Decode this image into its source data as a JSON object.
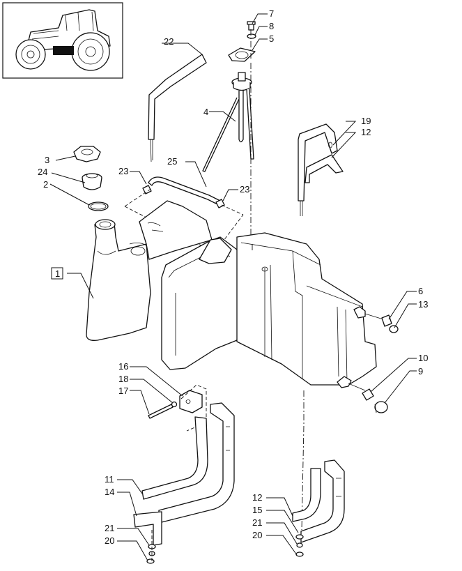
{
  "callouts": [
    {
      "id": "c7",
      "text": "7"
    },
    {
      "id": "c8",
      "text": "8"
    },
    {
      "id": "c5",
      "text": "5"
    },
    {
      "id": "c22",
      "text": "22"
    },
    {
      "id": "c4",
      "text": "4"
    },
    {
      "id": "c19",
      "text": "19"
    },
    {
      "id": "c12a",
      "text": "12"
    },
    {
      "id": "c3",
      "text": "3"
    },
    {
      "id": "c24",
      "text": "24"
    },
    {
      "id": "c2",
      "text": "2"
    },
    {
      "id": "c23a",
      "text": "23"
    },
    {
      "id": "c25",
      "text": "25"
    },
    {
      "id": "c23b",
      "text": "23"
    },
    {
      "id": "c1",
      "text": "1"
    },
    {
      "id": "c6",
      "text": "6"
    },
    {
      "id": "c13",
      "text": "13"
    },
    {
      "id": "c10",
      "text": "10"
    },
    {
      "id": "c9",
      "text": "9"
    },
    {
      "id": "c16",
      "text": "16"
    },
    {
      "id": "c18",
      "text": "18"
    },
    {
      "id": "c17",
      "text": "17"
    },
    {
      "id": "c11",
      "text": "11"
    },
    {
      "id": "c14",
      "text": "14"
    },
    {
      "id": "c21a",
      "text": "21"
    },
    {
      "id": "c20a",
      "text": "20"
    },
    {
      "id": "c12b",
      "text": "12"
    },
    {
      "id": "c15",
      "text": "15"
    },
    {
      "id": "c21b",
      "text": "21"
    },
    {
      "id": "c20b",
      "text": "20"
    }
  ]
}
